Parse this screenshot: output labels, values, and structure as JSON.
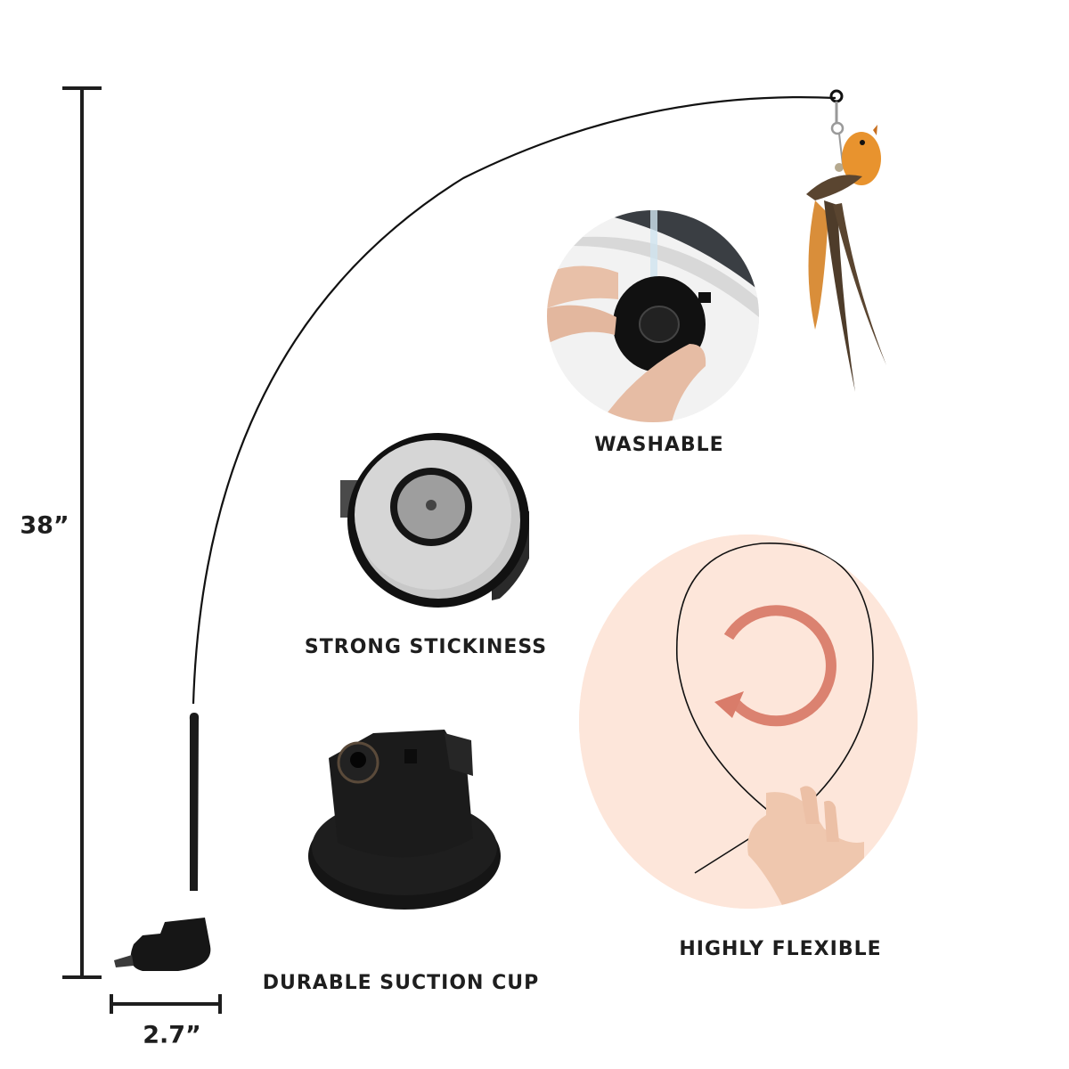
{
  "dimensions": {
    "height_label": "38”",
    "width_label": "2.7”"
  },
  "features": [
    {
      "id": "washable",
      "label": "WASHABLE",
      "image": "suction-cup-under-running-water"
    },
    {
      "id": "strong-stickiness",
      "label": "STRONG STICKINESS",
      "image": "suction-cup-underside"
    },
    {
      "id": "durable-suction-cup",
      "label": "DURABLE SUCTION CUP",
      "image": "suction-cup-base"
    },
    {
      "id": "highly-flexible",
      "label": "HIGHLY FLEXIBLE",
      "image": "wire-bent-in-loop-with-rotate-arrow"
    }
  ],
  "product": {
    "wand": "flexible-steel-wire-wand",
    "toy": "feather-bird-toy-with-bell",
    "base": "suction-cup-base"
  },
  "colors": {
    "accent_orange": "#f47a2e",
    "text": "#1e1e1e",
    "rotate_arrow": "#d97c6a",
    "flex_background": "#fde6da"
  }
}
